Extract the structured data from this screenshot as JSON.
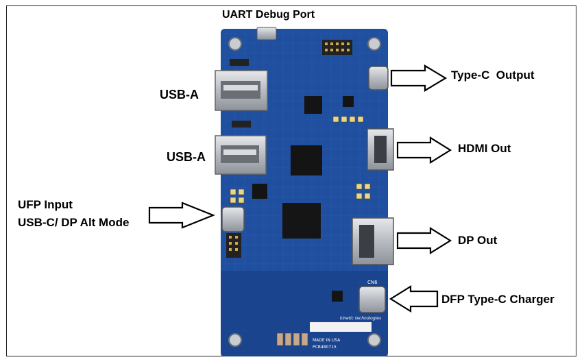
{
  "labels": {
    "uart": "UART Debug Port",
    "usb_a_1": "USB-A",
    "usb_a_2": "USB-A",
    "ufp_line1": "UFP Input",
    "ufp_line2": "USB-C/ DP Alt Mode",
    "typec_out": "Type-C  Output",
    "hdmi": "HDMI Out",
    "dp": "DP Out",
    "dfp": "DFP Type-C Charger"
  },
  "board": {
    "chip_label": "CN6",
    "brand": "kinetic technologies",
    "made_in": "MADE IN USA",
    "pcb": "PCB480715"
  },
  "colors": {
    "pcb": "#1f4f9e",
    "pcb_dark": "#163d80",
    "metal": "#c9ccd1",
    "arrow_stroke": "#000000"
  }
}
